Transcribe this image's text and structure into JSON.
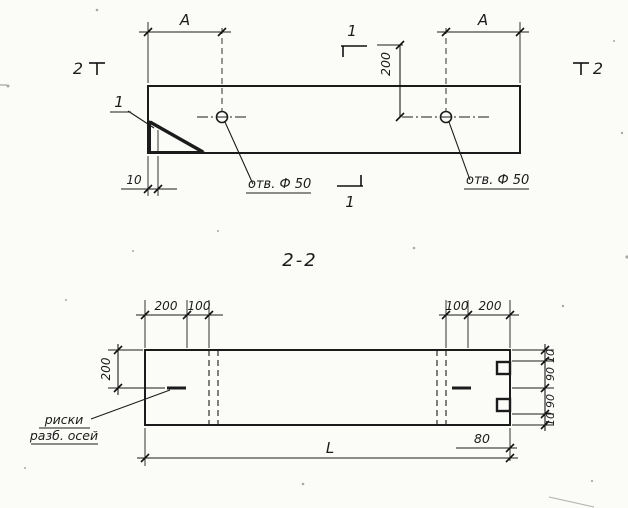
{
  "plan_view": {
    "dim_a_left": "A",
    "dim_a_right": "A",
    "section_mark_1_top": "1",
    "section_mark_1_bottom": "1",
    "section_mark_2_left": "2",
    "section_mark_2_right": "2",
    "detail_mark_1": "1",
    "dim_edge_to_axis": "200",
    "dim_end_offset": "10",
    "hole_label_left": "отв. Ф 50",
    "hole_label_right": "отв. Ф 50"
  },
  "section_view": {
    "title": "2-2",
    "dims_top_left": [
      "200",
      "100"
    ],
    "dims_top_right": [
      "100",
      "200"
    ],
    "dim_height": "200",
    "dims_right_chain": [
      "10",
      "90",
      "90",
      "10"
    ],
    "dim_80": "80",
    "dim_length": "L",
    "axis_note": [
      "риски",
      "разб. осей"
    ]
  }
}
